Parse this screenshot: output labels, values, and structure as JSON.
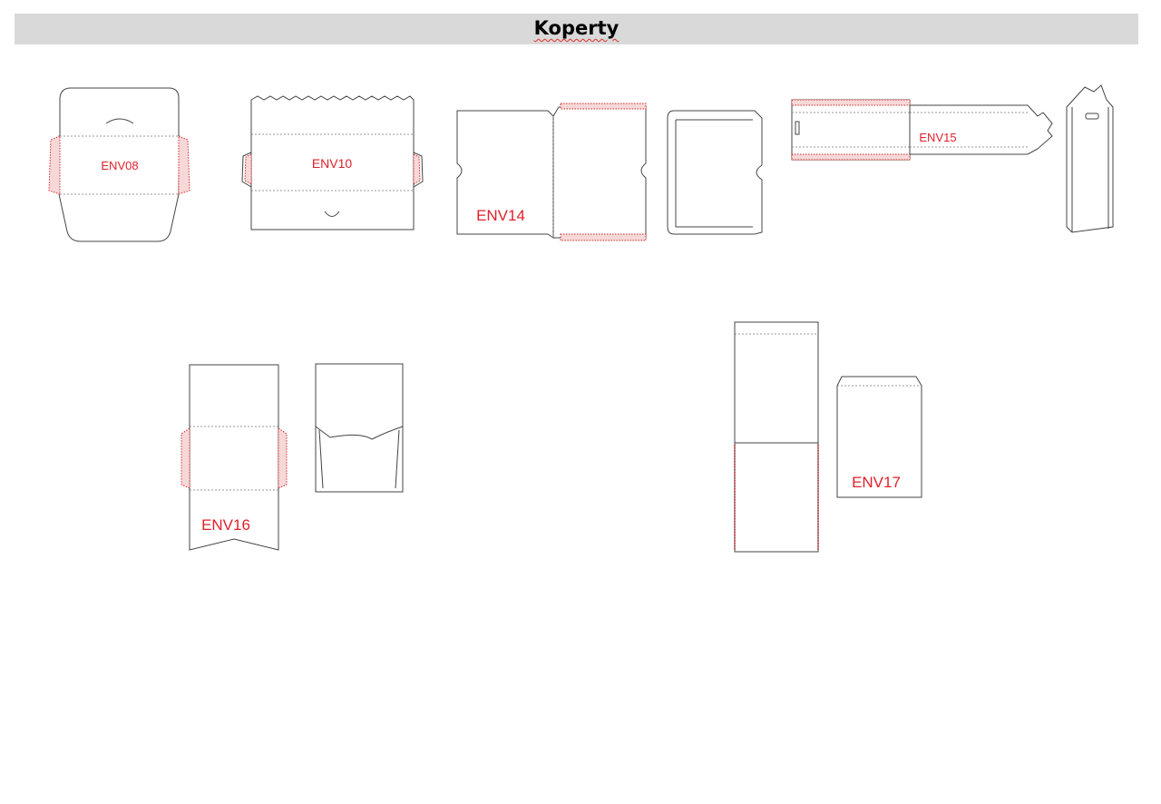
{
  "header": {
    "title": "Koperty"
  },
  "envelopes": [
    {
      "code": "ENV08"
    },
    {
      "code": "ENV10"
    },
    {
      "code": "ENV14"
    },
    {
      "code": "ENV15"
    },
    {
      "code": "ENV16"
    },
    {
      "code": "ENV17"
    }
  ],
  "colors": {
    "label_red": "#e0202a",
    "title_bar": "#d9d9d9",
    "outline": "#444444"
  }
}
